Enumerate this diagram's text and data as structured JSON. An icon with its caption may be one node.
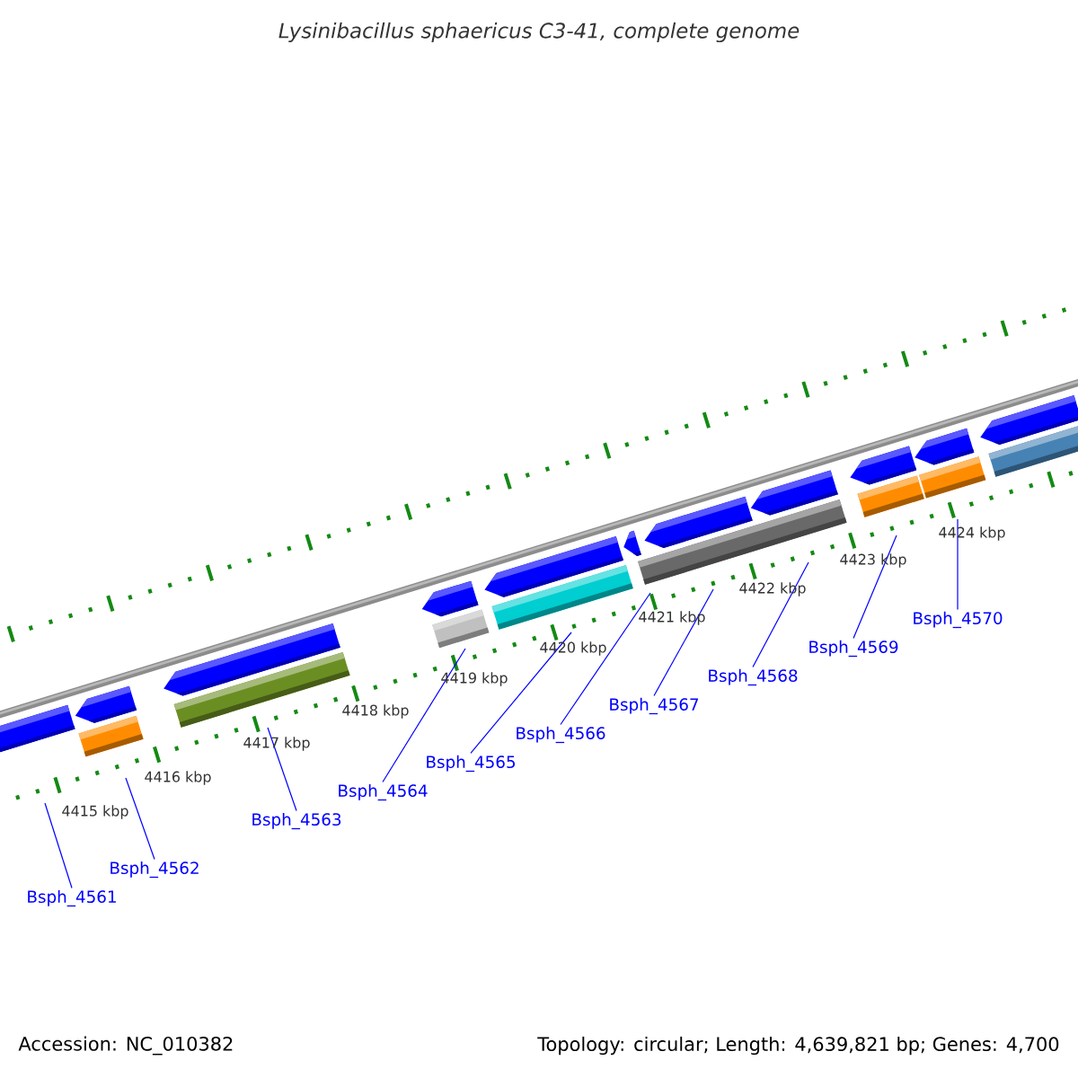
{
  "diagram": {
    "title": "Lysinibacillus sphaericus C3-41, complete genome",
    "nodes": [
      {
        "text": [
          "Bsph_4561"
        ]
      },
      {
        "text": [
          "Bsph_4562"
        ]
      },
      {
        "text": [
          "Bsph_4563"
        ]
      },
      {
        "text": [
          "Bsph_4564"
        ]
      },
      {
        "text": [
          "Bsph_4565"
        ]
      },
      {
        "text": [
          "Bsph_4566"
        ]
      },
      {
        "text": [
          "Bsph_4567"
        ]
      },
      {
        "text": [
          "Bsph_4568"
        ]
      },
      {
        "text": [
          "Bsph_4569"
        ]
      },
      {
        "text": [
          "Bsph_4570"
        ]
      },
      {
        "text": [],
        "shape": "bar"
      },
      {
        "text": [],
        "shape": "bar"
      },
      {
        "text": [],
        "shape": "bar"
      },
      {
        "text": [],
        "shape": "bar"
      },
      {
        "text": [],
        "shape": "bar"
      },
      {
        "text": [],
        "shape": "bar"
      },
      {
        "text": [],
        "shape": "bar"
      },
      {
        "text": [],
        "shape": "bar"
      },
      {
        "text": [],
        "shape": "arrow"
      },
      {
        "text": [],
        "shape": "arrow"
      },
      {
        "text": [],
        "shape": "arrow"
      },
      {
        "text": [],
        "shape": "arrow"
      },
      {
        "text": [],
        "shape": "arrow"
      },
      {
        "text": [],
        "shape": "arrow"
      },
      {
        "text": [],
        "shape": "arrow"
      },
      {
        "text": [],
        "shape": "arrow"
      },
      {
        "text": [],
        "shape": "arrow"
      },
      {
        "text": [],
        "shape": "arrow"
      },
      {
        "text": [],
        "shape": "arrow"
      }
    ],
    "edges": [
      {
        "from": 0,
        "to": null,
        "arrow": "none"
      },
      {
        "from": 1,
        "to": 10,
        "arrow": "none"
      },
      {
        "from": 2,
        "to": 11,
        "arrow": "none"
      },
      {
        "from": 3,
        "to": 12,
        "arrow": "none"
      },
      {
        "from": 4,
        "to": 13,
        "arrow": "none"
      },
      {
        "from": 5,
        "to": 14,
        "arrow": "none"
      },
      {
        "from": 6,
        "to": 14,
        "arrow": "none"
      },
      {
        "from": 7,
        "to": 14,
        "arrow": "none"
      },
      {
        "from": 8,
        "to": 15,
        "arrow": "none"
      },
      {
        "from": 9,
        "to": 16,
        "arrow": "none"
      }
    ],
    "labels": [
      "4415 kbp",
      "4416 kbp",
      "4417 kbp",
      "4418 kbp",
      "4419 kbp",
      "4420 kbp",
      "4421 kbp",
      "4422 kbp",
      "4423 kbp",
      "4424 kbp",
      "Accession: NC_010382",
      "Topology: circular; Length: 4,639,821 bp; Genes: 4,700"
    ]
  }
}
